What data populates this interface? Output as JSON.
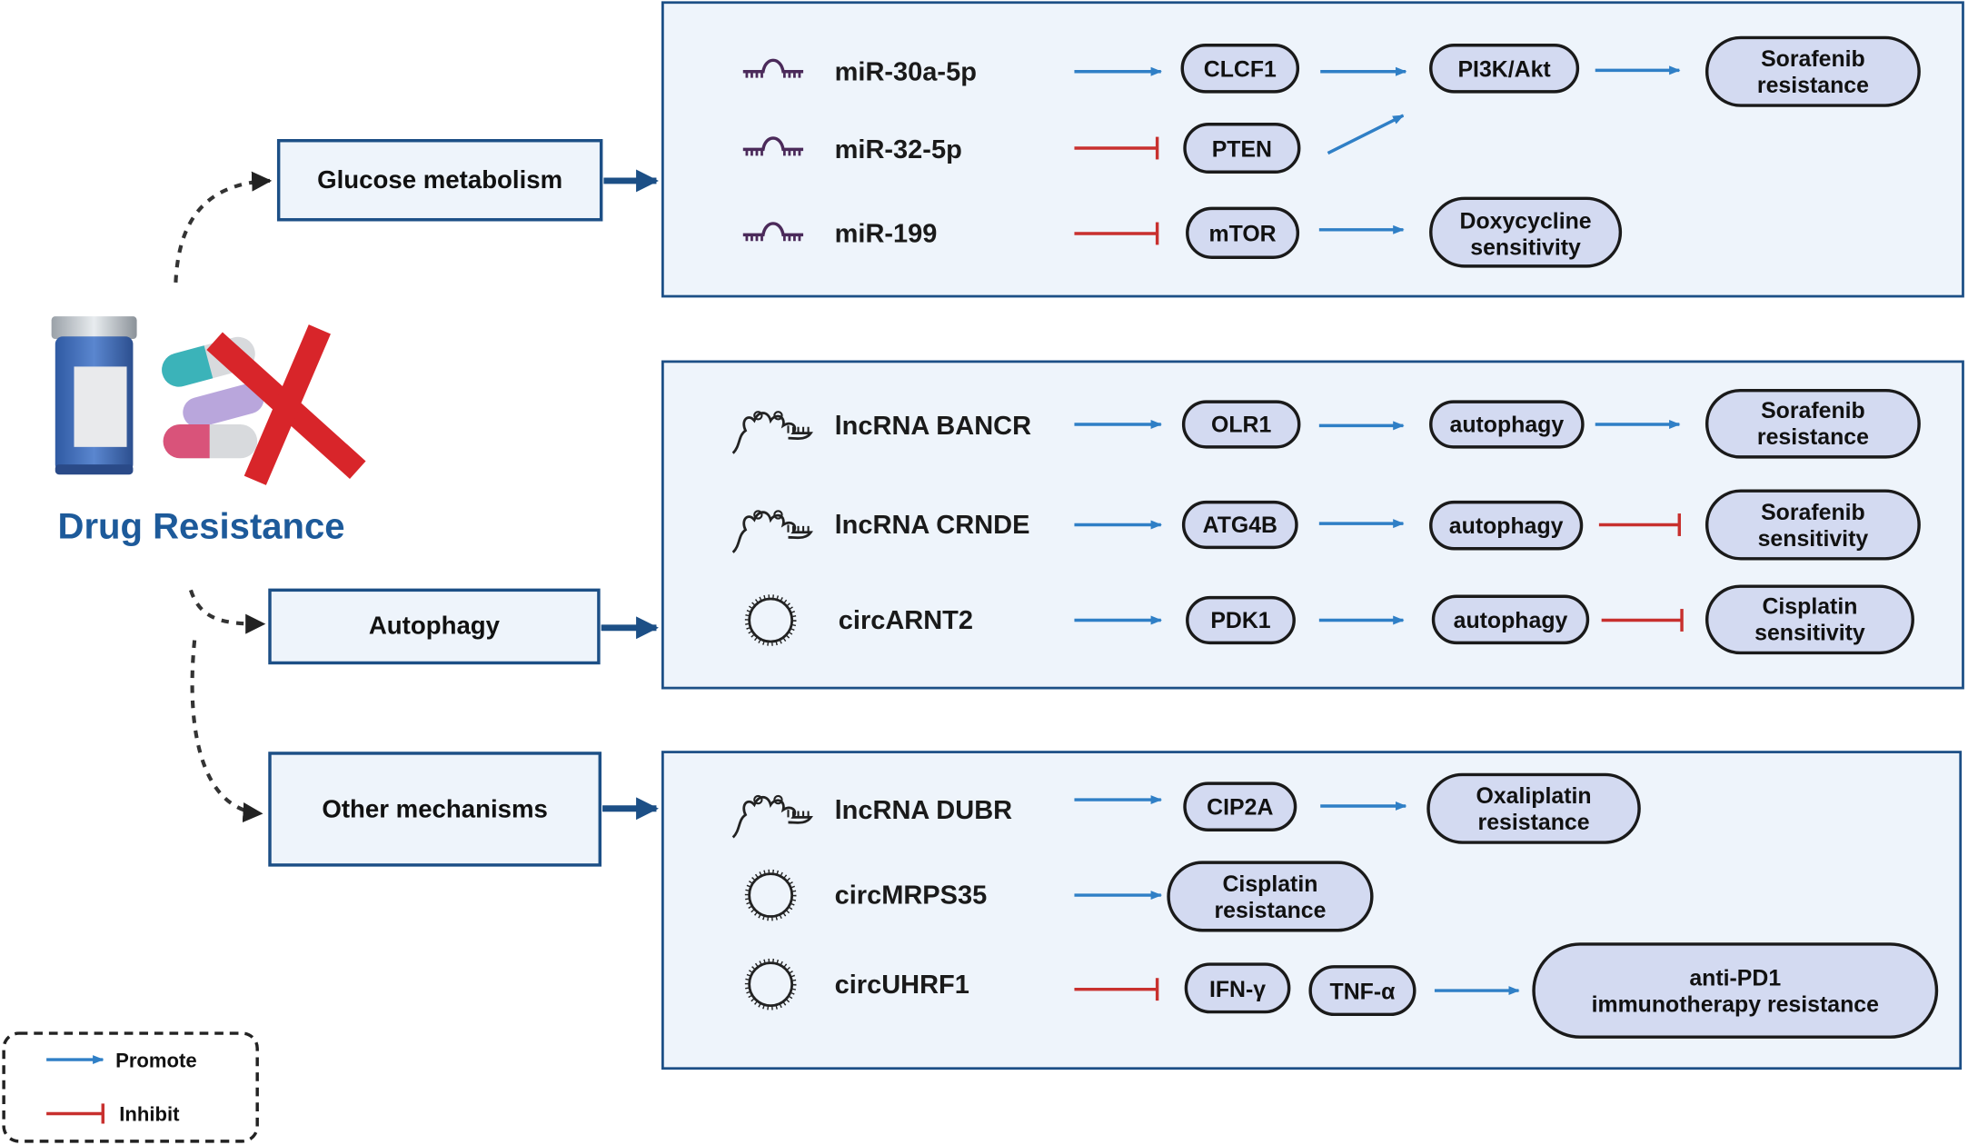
{
  "title": "Drug Resistance",
  "mechanisms": [
    {
      "label": "Glucose metabolism"
    },
    {
      "label": "Autophagy"
    },
    {
      "label": "Other mechanisms"
    }
  ],
  "rnas": [
    {
      "label": "miR-30a-5p",
      "kind": "mirna-icon"
    },
    {
      "label": "miR-32-5p",
      "kind": "mirna-icon"
    },
    {
      "label": "miR-199",
      "kind": "mirna-icon"
    },
    {
      "label": "lncRNA BANCR",
      "kind": "lncrna-icon"
    },
    {
      "label": "lncRNA CRNDE",
      "kind": "lncrna-icon"
    },
    {
      "label": "circARNT2",
      "kind": "circrna-icon"
    },
    {
      "label": "lncRNA DUBR",
      "kind": "lncrna-icon"
    },
    {
      "label": "circMRPS35",
      "kind": "circrna-icon"
    },
    {
      "label": "circUHRF1",
      "kind": "circrna-icon"
    }
  ],
  "nodes": {
    "clcf1": "CLCF1",
    "pi3k": "PI3K/Akt",
    "sorafenib_res_1": [
      "Sorafenib",
      "resistance"
    ],
    "pten": "PTEN",
    "mtor": "mTOR",
    "doxy": [
      "Doxycycline",
      "sensitivity"
    ],
    "olr1": "OLR1",
    "autophagy_1": "autophagy",
    "sorafenib_res_2": [
      "Sorafenib",
      "resistance"
    ],
    "atg4b": "ATG4B",
    "autophagy_2": "autophagy",
    "sorafenib_sens": [
      "Sorafenib",
      "sensitivity"
    ],
    "pdk1": "PDK1",
    "autophagy_3": "autophagy",
    "cisplatin_sens": [
      "Cisplatin",
      "sensitivity"
    ],
    "cip2a": "CIP2A",
    "oxaliplatin": [
      "Oxaliplatin",
      "resistance"
    ],
    "cisplatin_res": [
      "Cisplatin",
      "resistance"
    ],
    "ifng": "IFN-γ",
    "tnfa": "TNF-α",
    "antipd1": [
      "anti-PD1",
      "immunotherapy resistance"
    ]
  },
  "legend": {
    "promote": "Promote",
    "inhibit": "Inhibit"
  },
  "colors": {
    "promote": "#2f7fc6",
    "inhibit": "#c8302e",
    "box_fill": "#eef4fb",
    "box_stroke": "#1c4f86",
    "pill_fill": "#d3daf1",
    "title": "#1d5a9a",
    "cross": "#d8252a"
  }
}
